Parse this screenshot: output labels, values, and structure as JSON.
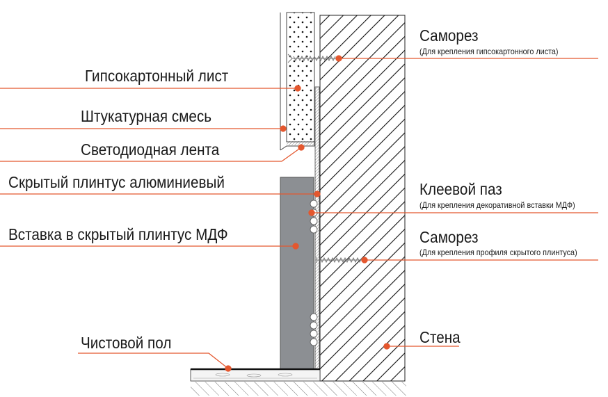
{
  "colors": {
    "leader": "#e4572e",
    "mdf": "#8c8f93",
    "line": "#222222"
  },
  "labels": {
    "screw_top": {
      "title": "Саморез",
      "note": "(Для крепления гипсокартонного листа)"
    },
    "drywall": "Гипсокартонный лист",
    "plaster": "Штукатурная смесь",
    "led": "Светодиодная лента",
    "aluminum": "Скрытый плинтус алюминиевый",
    "glue_groove": {
      "title": "Клеевой паз",
      "note": "(Для крепления декоративной вставки МДФ)"
    },
    "mdf": "Вставка в скрытый плинтус МДФ",
    "screw_bottom": {
      "title": "Саморез",
      "note": "(Для крепления профиля скрытого плинтуса)"
    },
    "wall": "Стена",
    "floor": "Чистовой пол"
  }
}
